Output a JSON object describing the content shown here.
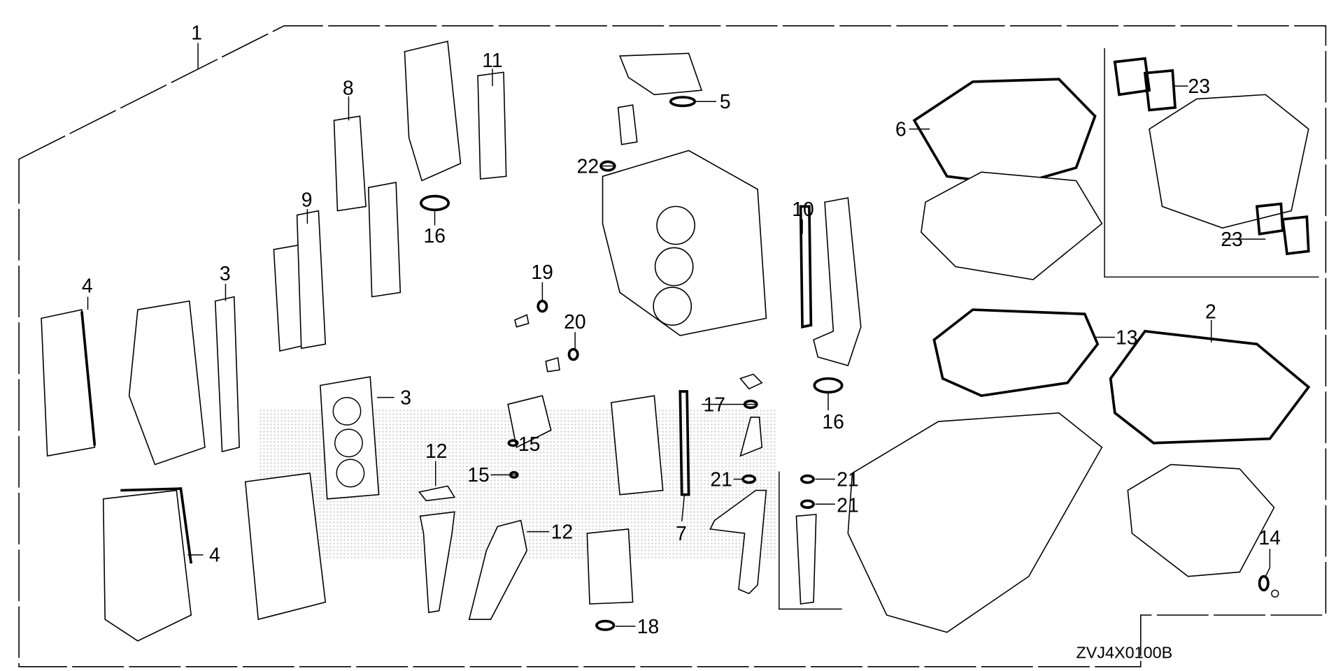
{
  "diagram_code": "ZVJ4X0100B",
  "callouts": {
    "c1": "1",
    "c2": "2",
    "c3a": "3",
    "c3b": "3",
    "c4a": "4",
    "c4b": "4",
    "c5": "5",
    "c6": "6",
    "c7": "7",
    "c8": "8",
    "c9": "9",
    "c10": "10",
    "c11": "11",
    "c12a": "12",
    "c12b": "12",
    "c13": "13",
    "c14": "14",
    "c15a": "15",
    "c15b": "15",
    "c16a": "16",
    "c16b": "16",
    "c17": "17",
    "c18": "18",
    "c19": "19",
    "c20": "20",
    "c21a": "21",
    "c21b": "21",
    "c21c": "21",
    "c22": "22",
    "c23a": "23",
    "c23b": "23"
  }
}
